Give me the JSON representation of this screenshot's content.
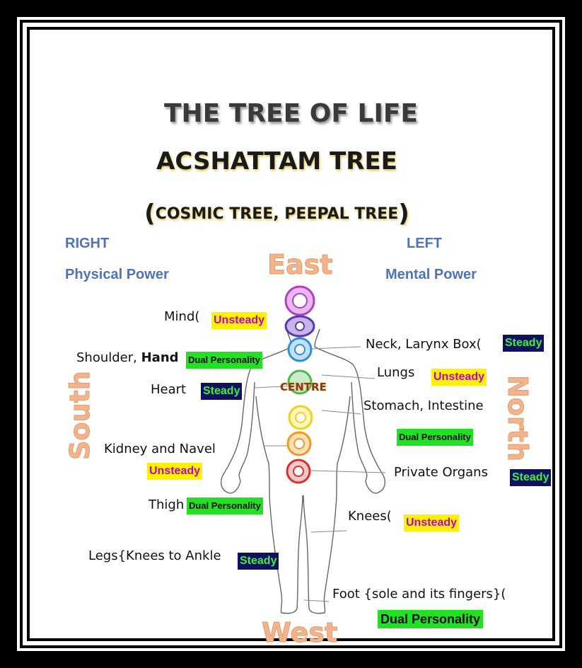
{
  "title": {
    "line1": "THE TREE OF LIFE",
    "line2": "ACSHATTAM TREE",
    "line3_open": "(",
    "line3_text": "COSMIC TREE, PEEPAL TREE",
    "line3_close": ")"
  },
  "sides": {
    "right_label": "RIGHT",
    "right_power": "Physical Power",
    "left_label": "LEFT",
    "left_power": "Mental Power"
  },
  "directions": {
    "east": "East",
    "west": "West",
    "south": "South",
    "north": "North"
  },
  "centre_label": "CENTRE",
  "body_parts": {
    "mind": "Mind(",
    "shoulder": "Shoulder, ",
    "hand": "Hand",
    "heart": "Heart",
    "kidney": "Kidney and Navel",
    "thigh": "Thigh",
    "legs": "Legs{Knees to Ankle",
    "neck": "Neck, Larynx Box(",
    "lungs": "Lungs",
    "stomach": "Stomach, Intestine",
    "private": "Private Organs",
    "knees": "Knees(",
    "foot": "Foot {sole and its fingers}("
  },
  "tags": {
    "mind": "Unsteady",
    "shoulder": "Dual Personality",
    "heart": "Steady",
    "kidney": "Unsteady",
    "thigh": "Dual Personality",
    "legs": "Steady",
    "neck": "Steady",
    "lungs": "Unsteady",
    "stomach": "Dual Personality",
    "private": "Steady",
    "knees": "Unsteady",
    "foot": "Dual Personality"
  },
  "colors": {
    "unsteady_bg": "#fff200",
    "unsteady_text": "#c400c4",
    "steady_bg": "#101060",
    "steady_text": "#3cf03c",
    "dual_bg": "#22e022",
    "direction_text": "#f2b48c",
    "side_text": "#4f72b8"
  },
  "chakras": [
    {
      "name": "crown-chakra-icon",
      "color": "#b040c0"
    },
    {
      "name": "third-eye-chakra-icon",
      "color": "#5a3aa8"
    },
    {
      "name": "throat-chakra-icon",
      "color": "#2f8fd8"
    },
    {
      "name": "heart-chakra-icon",
      "color": "#4cb84c"
    },
    {
      "name": "solar-plexus-chakra-icon",
      "color": "#f0d020"
    },
    {
      "name": "sacral-chakra-icon",
      "color": "#f09a20"
    },
    {
      "name": "root-chakra-icon",
      "color": "#d83030"
    }
  ]
}
